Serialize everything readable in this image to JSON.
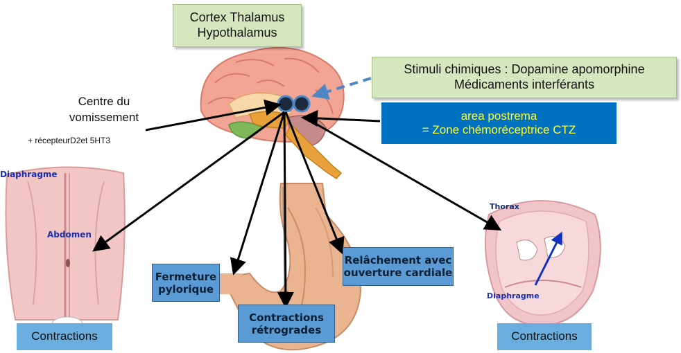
{
  "brain_box": {
    "line1": "Cortex Thalamus",
    "line2": "Hypothalamus"
  },
  "stimuli_box": {
    "line1": "Stimuli chimiques : Dopamine apomorphine",
    "line2": "Médicaments interférants"
  },
  "ctz_box": {
    "line1": "area postrema",
    "line2": "= Zone chémoréceptrice CTZ"
  },
  "centre": {
    "line1": "Centre du",
    "line2": "vomissement",
    "receptor": "+ récepteurD2et 5HT3"
  },
  "abdomen_figure": {
    "diaphragm_label": "Diaphragme",
    "abdomen_label": "Abdomen",
    "caption": "Contractions"
  },
  "thorax_figure": {
    "thorax_label": "Thorax",
    "diaphragm_label": "Diaphragme",
    "caption": "Contractions"
  },
  "stomach_labels": {
    "pyloric": {
      "line1": "Fermeture",
      "line2": "pylorique"
    },
    "retrograde": {
      "line1": "Contractions",
      "line2": "rétrogrades"
    },
    "cardial": {
      "line1": "Relâchement avec",
      "line2": "ouverture cardiale"
    }
  },
  "colors": {
    "green_box": "#d6e6be",
    "ctz_blue": "#0070c0",
    "ctz_text": "#ffff3a",
    "caption_blue": "#6aaee0",
    "brain_pink": "#f2a495",
    "stomach": "#e9b48f",
    "arrow_dashed": "#4f86c6"
  }
}
